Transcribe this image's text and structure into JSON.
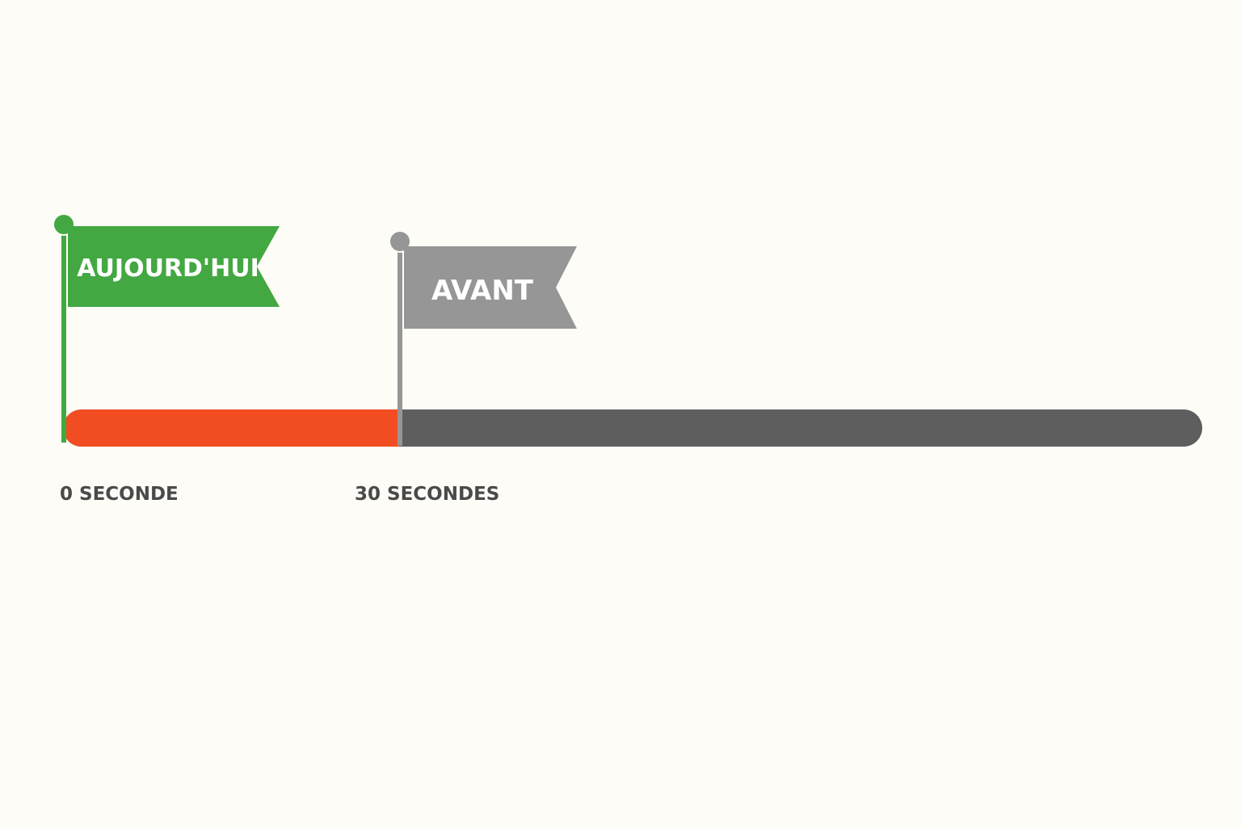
{
  "timeline": {
    "progress_fraction": 0.295,
    "colors": {
      "background": "#fdfcf7",
      "progress_fill": "#f24d22",
      "track": "#5e5e5e",
      "flag_today": "#43a842",
      "flag_before": "#969696",
      "label_text": "#4a4a4a",
      "flag_text": "#ffffff"
    },
    "flags": {
      "today": {
        "label": "AUJOURD'HUI"
      },
      "before": {
        "label": "AVANT"
      }
    },
    "ticks": {
      "start": {
        "label": "0 SECONDE"
      },
      "mark": {
        "label": "30 SECONDES"
      }
    }
  }
}
